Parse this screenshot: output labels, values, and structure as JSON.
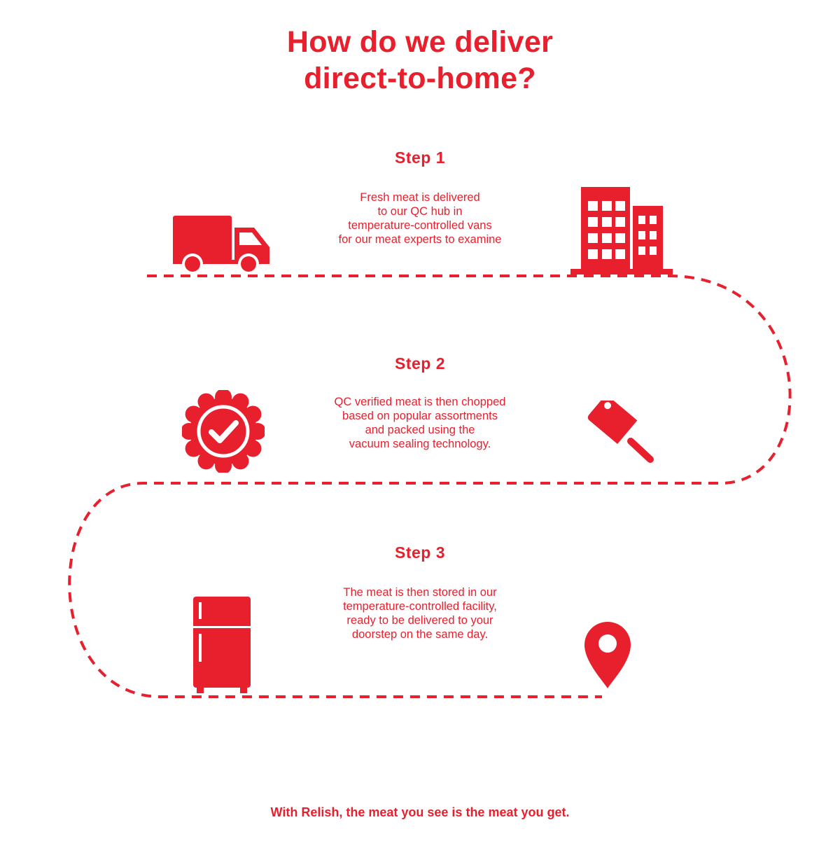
{
  "title": {
    "line1": "How do we deliver",
    "line2": "direct-to-home?"
  },
  "steps": [
    {
      "label": "Step 1",
      "lines": [
        "Fresh meat is delivered",
        "to our QC hub in",
        "temperature-controlled vans",
        "for our meat experts to examine"
      ],
      "icons": [
        "delivery-truck-icon",
        "building-icon"
      ]
    },
    {
      "label": "Step 2",
      "lines": [
        "QC verified meat is then chopped",
        "based on popular assortments",
        "and packed using the",
        "vacuum sealing technology."
      ],
      "icons": [
        "verified-badge-icon",
        "cleaver-icon"
      ]
    },
    {
      "label": "Step 3",
      "lines": [
        "The meat is then stored in our",
        "temperature-controlled facility,",
        "ready to be delivered to your",
        "doorstep on the same day."
      ],
      "icons": [
        "refrigerator-icon",
        "location-pin-icon"
      ]
    }
  ],
  "tagline": "With Relish, the meat you see is the meat you get.",
  "colors": {
    "accent": "#e8202e",
    "background": "#ffffff"
  }
}
